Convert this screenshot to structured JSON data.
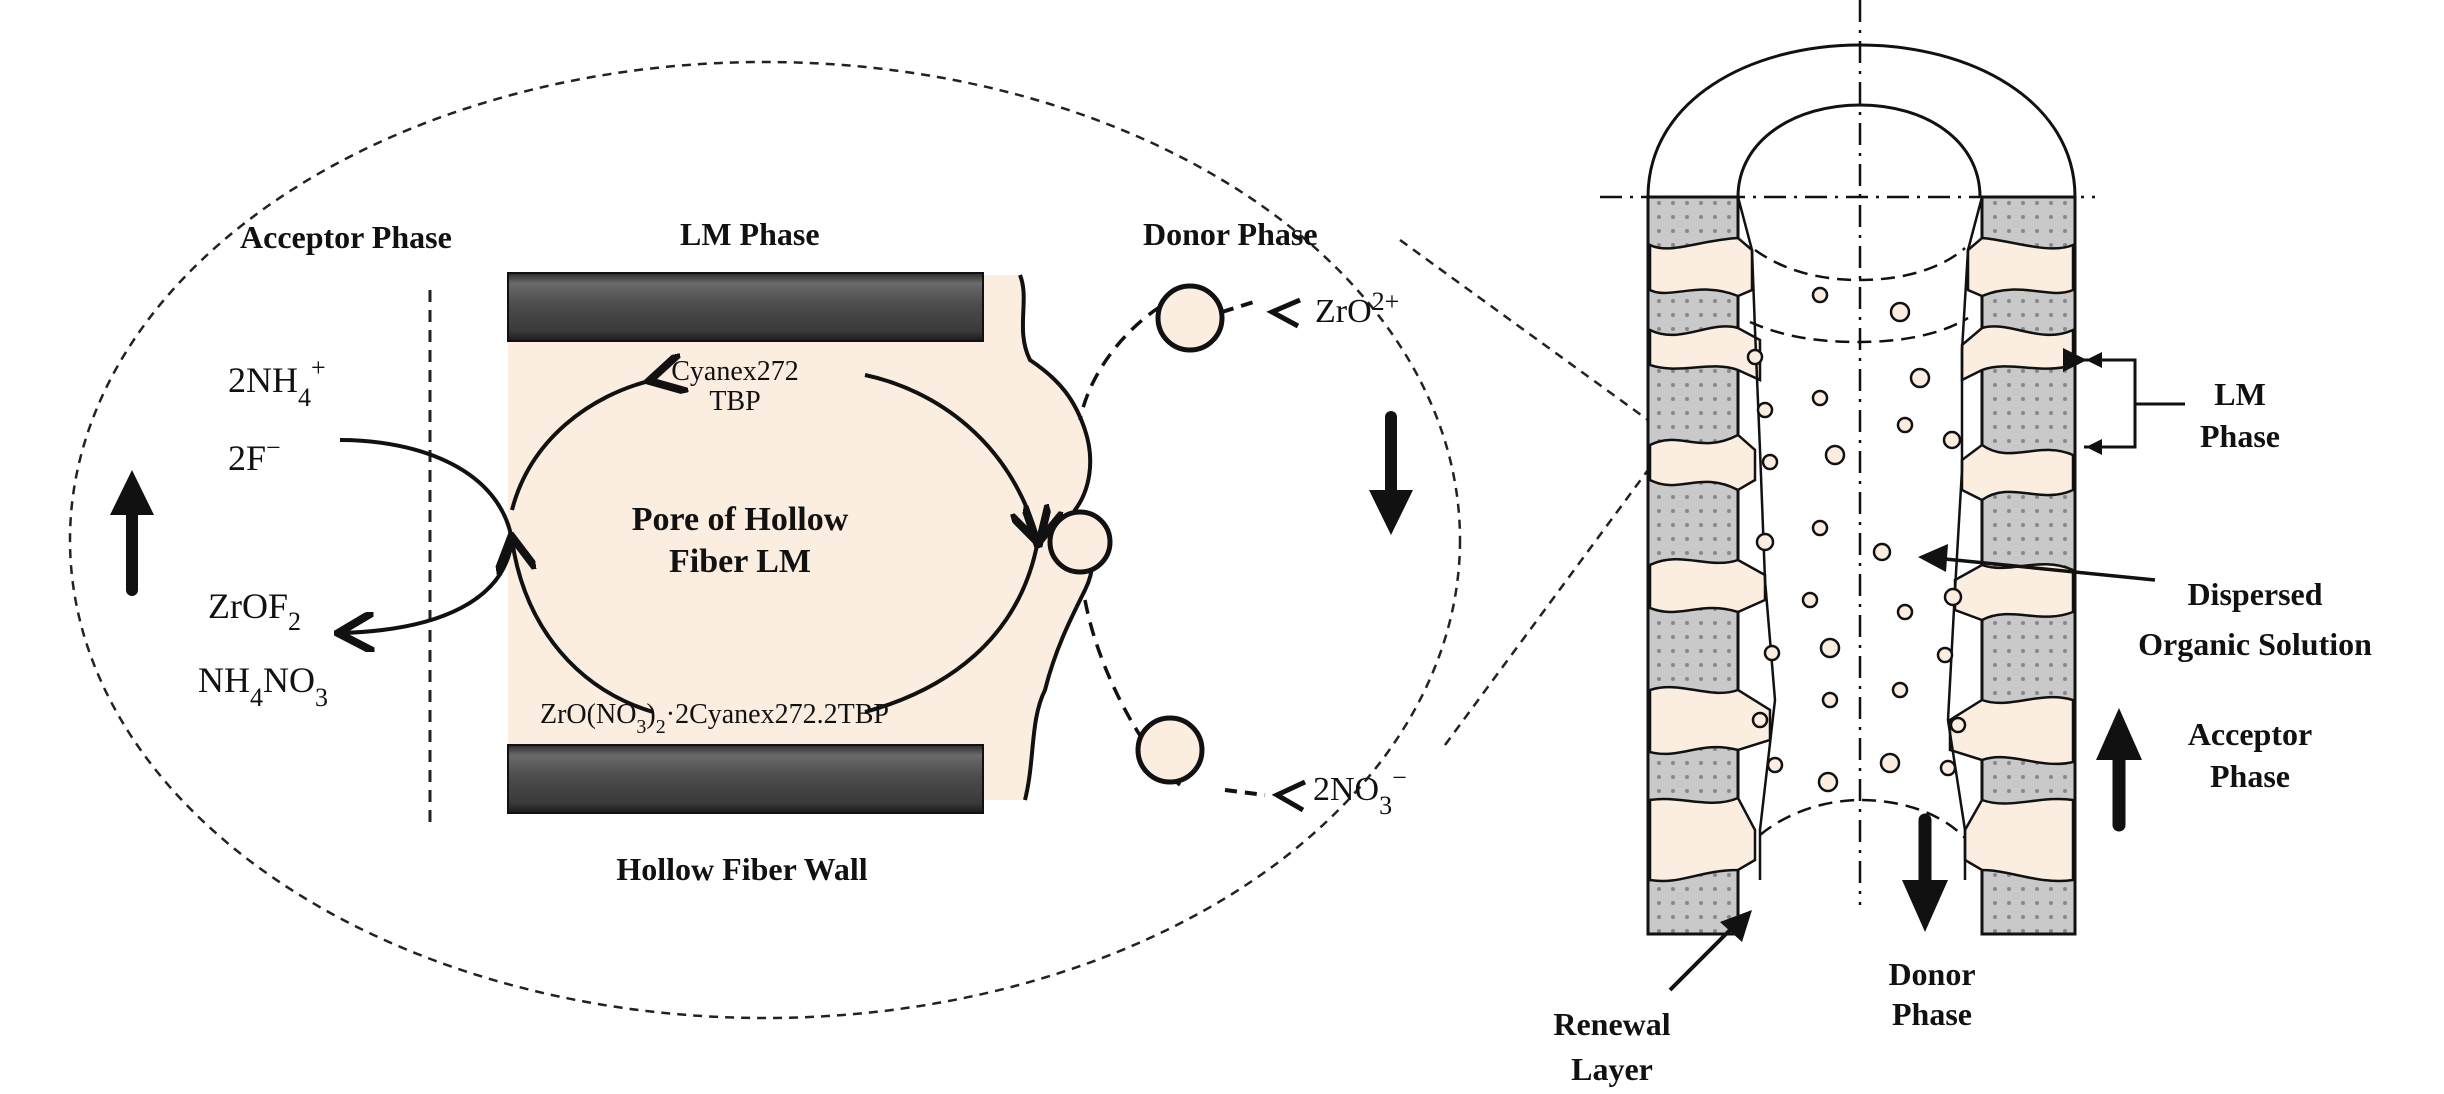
{
  "labels": {
    "acceptor_phase": "Acceptor Phase",
    "lm_phase": "LM Phase",
    "donor_phase": "Donor Phase",
    "pore_line1": "Pore of Hollow",
    "pore_line2": "Fiber LM",
    "hollow_fiber_wall": "Hollow Fiber Wall",
    "carrier_line1": "Cyanex272",
    "carrier_line2": "TBP",
    "complex": "ZrO(NO3)2·2Cyanex272.2TBP",
    "lm_phase_right_1": "LM",
    "lm_phase_right_2": "Phase",
    "dispersed_1": "Dispersed",
    "dispersed_2": "Organic Solution",
    "acceptor_right_1": "Acceptor",
    "acceptor_right_2": "Phase",
    "donor_right_1": "Donor",
    "donor_right_2": "Phase",
    "renewal_1": "Renewal",
    "renewal_2": "Layer"
  },
  "species": {
    "nh4_coef": "2NH",
    "nh4_sub": "4",
    "nh4_sup": "+",
    "f": "2F",
    "f_sup": "−",
    "zrof2_main": "ZrOF",
    "zrof2_sub": "2",
    "nh4no3_a": "NH",
    "nh4no3_sub1": "4",
    "nh4no3_b": "NO",
    "nh4no3_sub2": "3",
    "zro": "ZrO",
    "zro_sup": "2+",
    "no3": "2NO",
    "no3_sub": "3",
    "no3_sup": "−",
    "complex_a": "ZrO(NO",
    "complex_sub1": "3",
    "complex_b": ")",
    "complex_sub2": "2",
    "complex_c": "·2Cyanex272.2TBP"
  },
  "colors": {
    "peach": "#fbeee0",
    "wall_dark": "#444444",
    "stipple": "#c8c8c8",
    "ink": "#111111"
  }
}
